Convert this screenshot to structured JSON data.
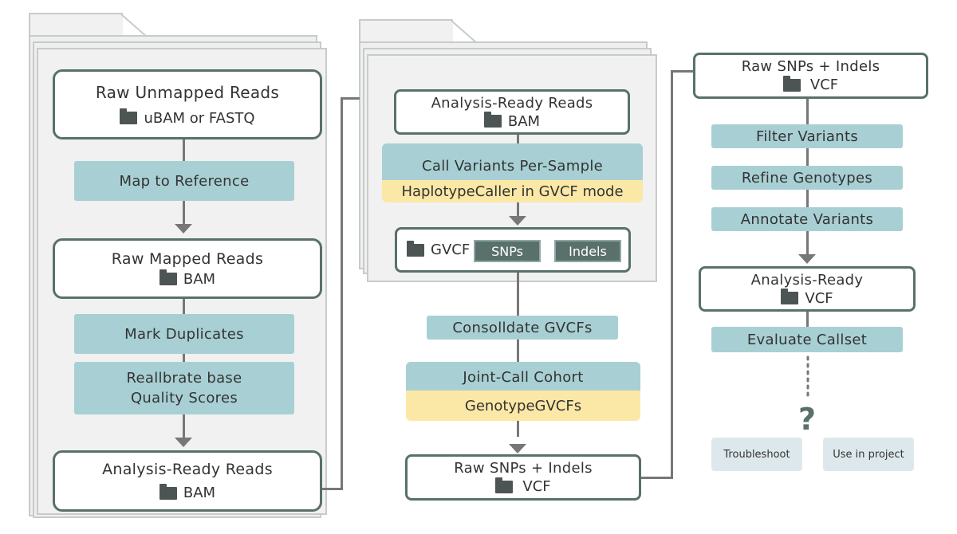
{
  "panel1": {
    "raw_unmapped": {
      "title": "Raw Unmapped Reads",
      "format": "uBAM or FASTQ"
    },
    "map_step": "Map to Reference",
    "raw_mapped": {
      "title": "Raw Mapped Reads",
      "format": "BAM"
    },
    "mark_dup_step": "Mark Duplicates",
    "recal_step_line1": "Reallbrate base",
    "recal_step_line2": "Quality Scores",
    "analysis_ready": {
      "title": "Analysis-Ready Reads",
      "format": "BAM"
    }
  },
  "panel2": {
    "analysis_ready": {
      "title": "Analysis-Ready Reads",
      "format": "BAM"
    },
    "call_step": "Call Variants Per-Sample",
    "call_tool": "HaplotypeCaller in GVCF mode",
    "gvcf_label": "GVCF",
    "snps_chip": "SNPs",
    "indels_chip": "Indels",
    "consolidate_step": "Consolldate GVCFs",
    "joint_step": "Joint-Call Cohort",
    "joint_tool": "GenotypeGVCFs",
    "raw_snps": {
      "title": "Raw SNPs + Indels",
      "format": "VCF"
    }
  },
  "panel3": {
    "raw_snps": {
      "title": "Raw SNPs + Indels",
      "format": "VCF"
    },
    "filter_step": "Filter Variants",
    "refine_step": "Refine Genotypes",
    "annotate_step": "Annotate Variants",
    "analysis_ready": {
      "title": "Analysis-Ready",
      "format": "VCF"
    },
    "evaluate_step": "Evaluate Callset",
    "question_mark": "?",
    "troubleshoot_button": "Troubleshoot",
    "use_project_button": "Use in project"
  },
  "icons": {
    "folder": "folder-icon",
    "question": "question-mark-icon"
  },
  "colors": {
    "step_fill": "#a8d0d4",
    "tool_fill": "#fbe8a6",
    "node_border": "#59706b",
    "chip_fill": "#59706b",
    "connector": "#777777",
    "folder_sheet": "#eef0ef"
  }
}
